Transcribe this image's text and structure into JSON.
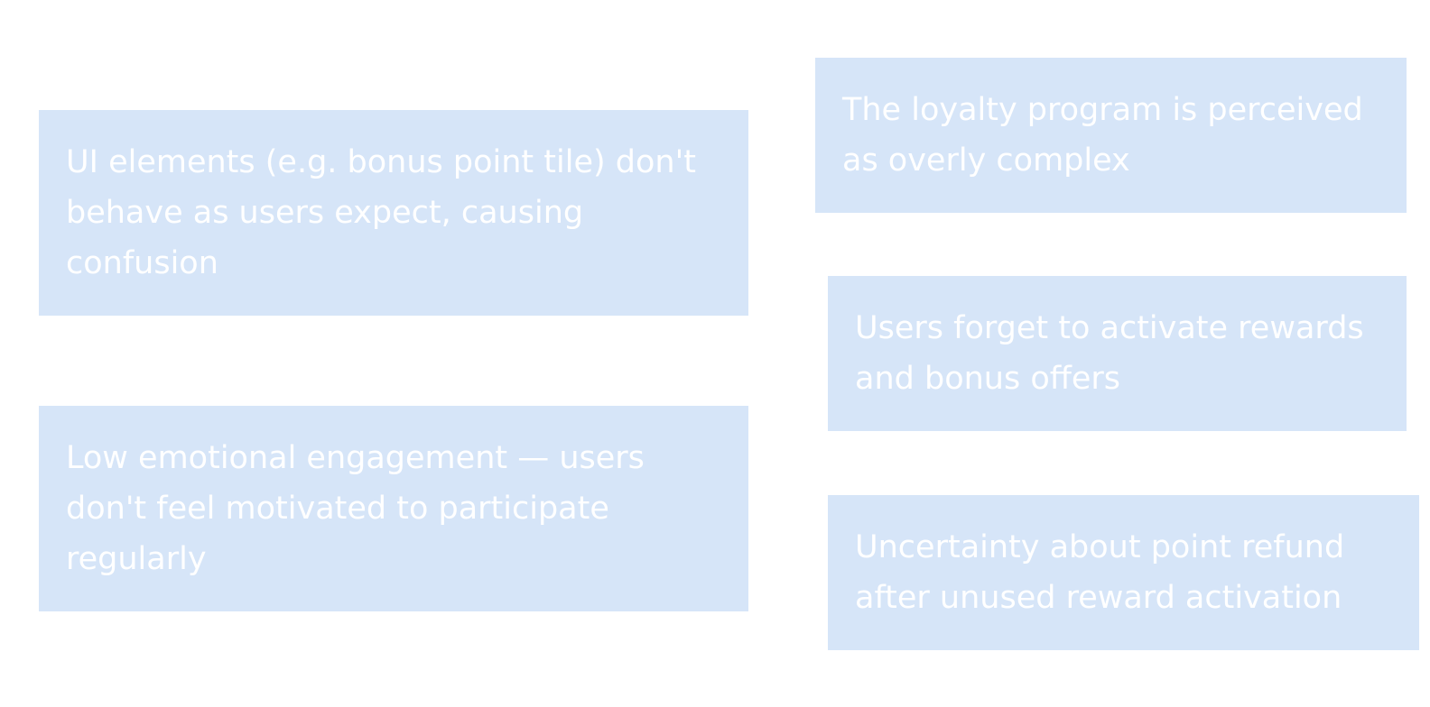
{
  "notes": {
    "ui_behavior": "UI elements (e.g. bonus point tile) don't behave as users expect, causing confusion",
    "emotional_engagement": "Low emotional engagement — users don't feel motivated to participate regularly",
    "program_complexity": "The loyalty program is perceived as overly complex",
    "forget_activation": "Users forget to activate rewards and bonus offers",
    "refund_uncertainty": "Uncertainty about point refund after unused reward activation"
  },
  "colors": {
    "card_background": "#d6e5f8",
    "card_text": "#ffffff",
    "page_background": "#ffffff"
  }
}
